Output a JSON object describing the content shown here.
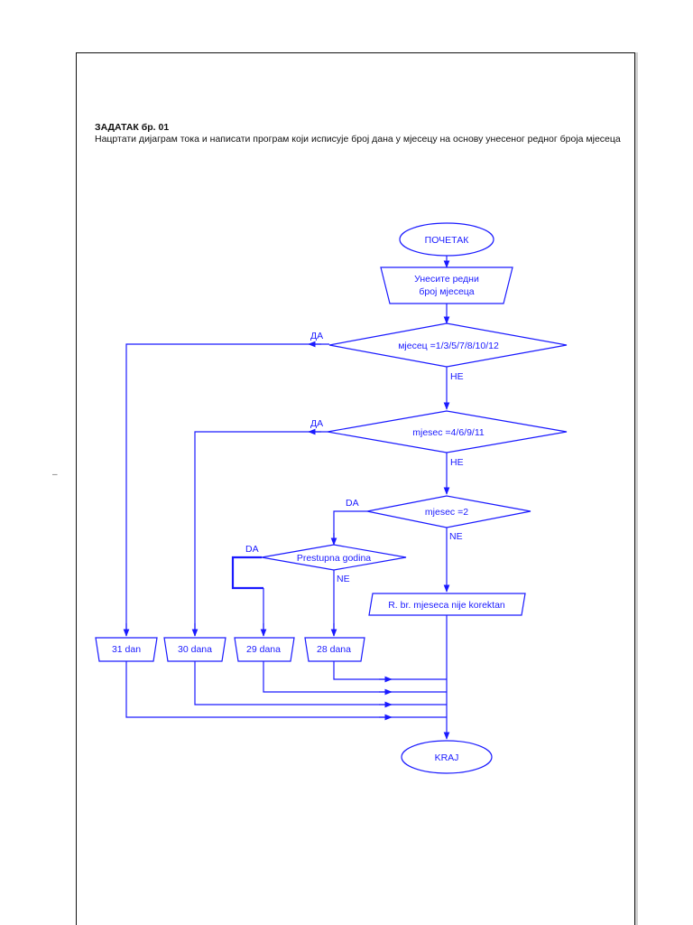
{
  "task": {
    "title": "ЗАДАТАК бр. 01",
    "description": "Нацртати дијаграм тока и написати програм који исписује број дана у мјесецу на основу унесеног редног броја мјесеца"
  },
  "margin_mark": "–",
  "flowchart": {
    "start": "ПОЧЕТАК",
    "input_line1": "Унесите редни",
    "input_line2": "број мјесеца",
    "decision1": "мјесец =1/3/5/7/8/10/12",
    "decision2": "mjesec =4/6/9/11",
    "decision3": "mjesec =2",
    "decision4": "Prestupna godina",
    "yes_label_cyr": "ДА",
    "no_label_cyr": "НЕ",
    "yes_label_lat": "DA",
    "no_label_lat": "NE",
    "error_output": "R. br. mjeseca nije korektan",
    "out_31": "31 dan",
    "out_30": "30 dana",
    "out_29": "29 dana",
    "out_28": "28 dana",
    "end": "KRAJ"
  },
  "colors": {
    "flow": "#1a1aff",
    "text": "#111111",
    "background": "#ffffff"
  }
}
